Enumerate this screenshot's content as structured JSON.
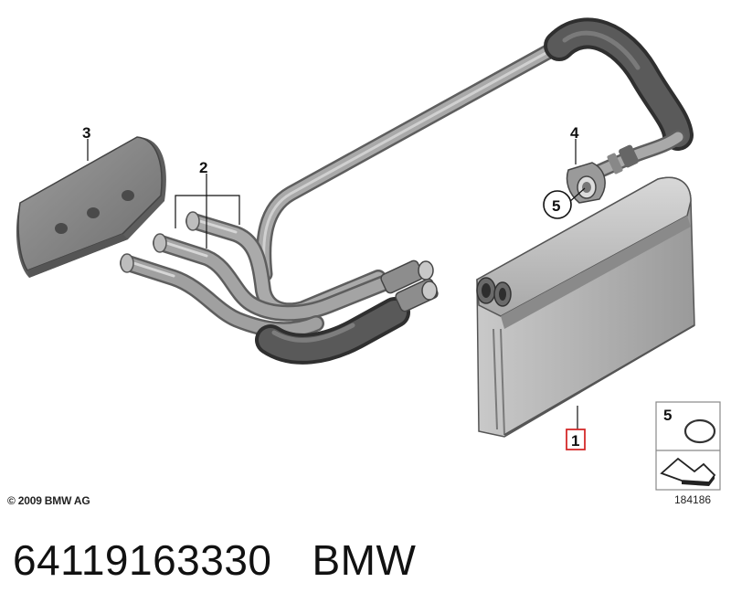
{
  "callouts": {
    "heater_core": "1",
    "pipes": "2",
    "plate": "3",
    "clamp": "4",
    "seal_ring": "5",
    "legend_seal": "5"
  },
  "copyright": "© 2009 BMW AG",
  "diagram_number": "184186",
  "part_number": "64119163330",
  "brand": "BMW",
  "colors": {
    "highlight_box": "#d42a2a",
    "hose": "#4a4a4a",
    "pipe": "#9a9a9a"
  }
}
